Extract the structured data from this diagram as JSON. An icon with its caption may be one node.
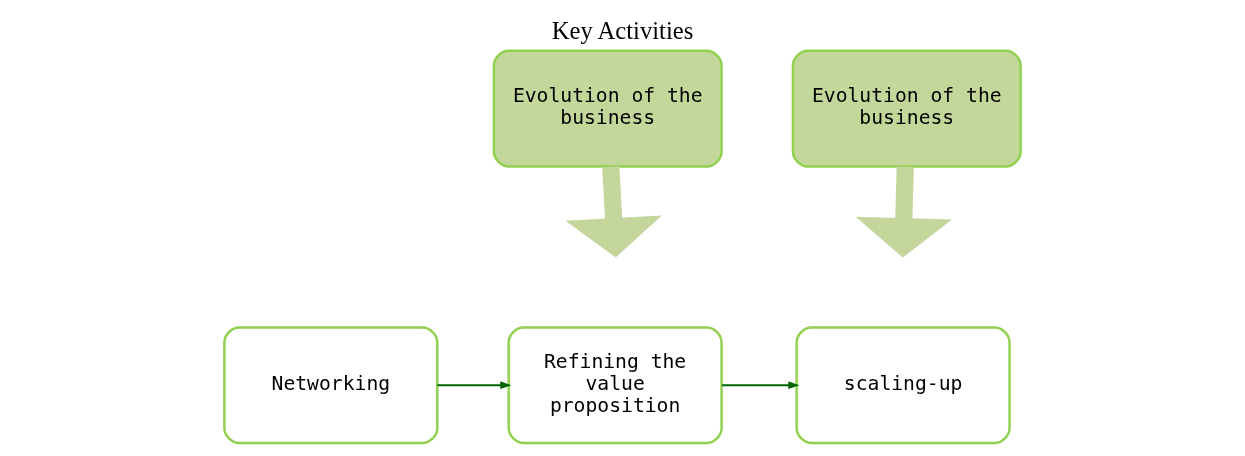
{
  "diagram": {
    "title": "Key Activities",
    "nodes": [
      {
        "text": [
          "Evolution of the business"
        ]
      },
      {
        "text": [
          "Evolution of the business"
        ]
      },
      {
        "text": [
          "Networking"
        ]
      },
      {
        "text": [
          "Refining the value proposition"
        ]
      },
      {
        "text": [
          "scaling-up"
        ]
      }
    ],
    "edges": [
      {
        "from": 0,
        "to": null,
        "arrow": "to",
        "style": "thick",
        "color": "#c4d69c"
      },
      {
        "from": 2,
        "to": 3,
        "arrow": "to",
        "color": "#006400"
      },
      {
        "from": 1,
        "to": null,
        "arrow": "to",
        "style": "thick",
        "color": "#c4d69c"
      },
      {
        "from": 3,
        "to": 4,
        "arrow": "to",
        "color": "#006400"
      }
    ]
  }
}
